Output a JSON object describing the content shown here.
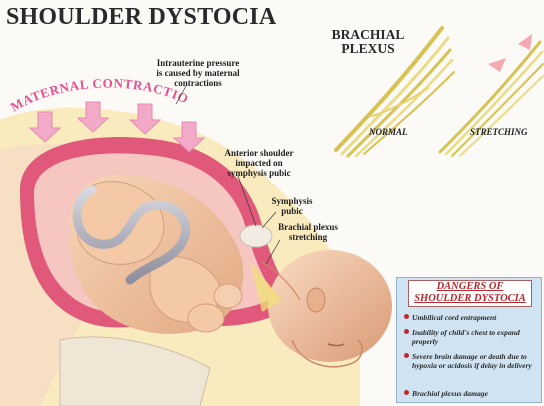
{
  "title": "SHOULDER DYSTOCIA",
  "plexus": {
    "title_line1": "BRACHIAL",
    "title_line2": "PLEXUS",
    "normal_label": "NORMAL",
    "stretching_label": "STRETCHING"
  },
  "labels": {
    "maternal_contractions": "MATERNAL CONTRACTIONS",
    "intrauterine_line1": "Intrauterine pressure",
    "intrauterine_line2": "is caused by maternal",
    "intrauterine_line3": "contractions",
    "anterior_line1": "Anterior shoulder",
    "anterior_line2": "impacted on",
    "anterior_line3": "symphysis pubic",
    "symphysis_line1": "Symphysis",
    "symphysis_line2": "pubic",
    "brachial_line1": "Brachial plexus",
    "brachial_line2": "stretching"
  },
  "dangers": {
    "heading_line1": "DANGERS OF",
    "heading_line2": "SHOULDER DYSTOCIA",
    "items": [
      "Umbilical cord entrapment",
      "Inability of child's chest to expand properly",
      "Severe brain damage or death due to hypoxia or acidosis if delay in delivery",
      "Brachial plexus damage"
    ]
  },
  "colors": {
    "uterus": "#e0587a",
    "uterus_inner": "#f6c6c0",
    "skin": "#f3c9a6",
    "skin_shadow": "#dba17a",
    "nerve": "#e6d470",
    "arrow": "#f3a9c8",
    "danger_bg": "#cfe3f2",
    "danger_text": "#b5282e"
  }
}
